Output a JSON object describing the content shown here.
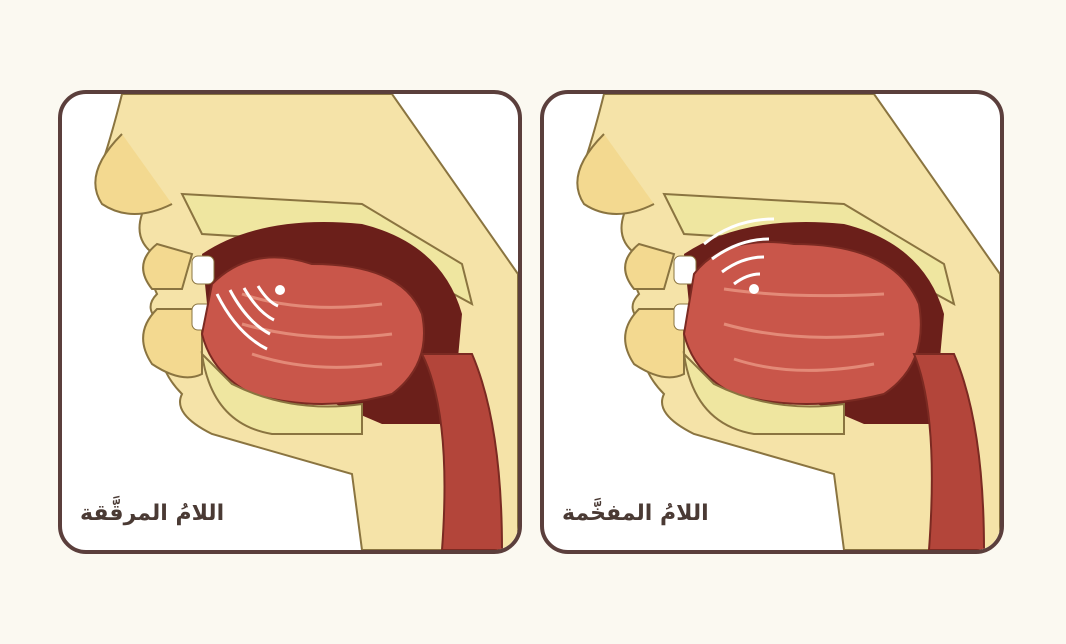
{
  "panels": [
    {
      "id": "panel-left",
      "caption": "اللامُ المرقَّقة"
    },
    {
      "id": "panel-right",
      "caption": "اللامُ المفخَّمة"
    }
  ],
  "colors": {
    "skin": "#f5e3a8",
    "skin_outline": "#8a7440",
    "bone": "#efe6a0",
    "cavity": "#6b1f1a",
    "tongue": "#c9564a",
    "tongue_light": "#e38a78",
    "frame": "#5b3f3c",
    "airflow": "#ffffff"
  }
}
